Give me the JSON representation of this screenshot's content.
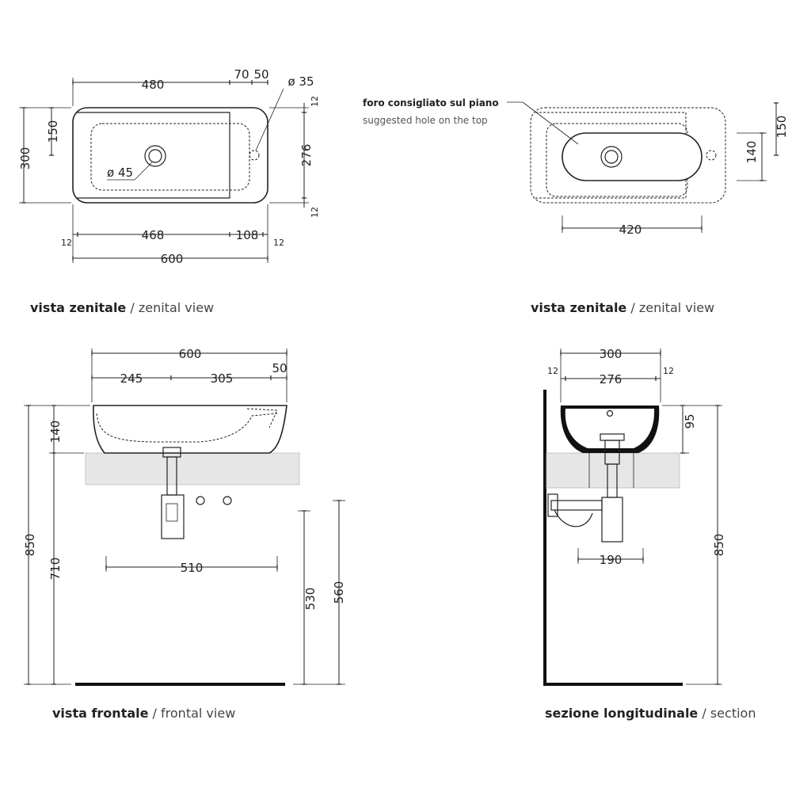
{
  "views": {
    "top_left": {
      "caption_main": "vista zenitale",
      "caption_sub": " / zenital view",
      "dims": {
        "w480": "480",
        "w70": "70",
        "w50": "50",
        "dia35": "ø 35",
        "h150": "150",
        "h300": "300",
        "h276": "276",
        "h12a": "12",
        "h12b": "12",
        "dia45": "ø 45",
        "b12l": "12",
        "b468": "468",
        "b108": "108",
        "b12r": "12",
        "b600": "600"
      }
    },
    "top_right": {
      "caption_main": "vista zenitale",
      "caption_sub": " / zenital view",
      "note_main": "foro consigliato sul piano",
      "note_sub": "suggested hole on the top",
      "dims": {
        "w420": "420",
        "h140": "140",
        "h150": "150"
      }
    },
    "bottom_left": {
      "caption_main": "vista frontale",
      "caption_sub": " / frontal view",
      "dims": {
        "w600": "600",
        "w245": "245",
        "w305": "305",
        "w50": "50",
        "h140": "140",
        "h850": "850",
        "h710": "710",
        "w510": "510",
        "h530": "530",
        "h560": "560"
      }
    },
    "bottom_right": {
      "caption_main": "sezione longitudinale",
      "caption_sub": " / section",
      "dims": {
        "w300": "300",
        "w12l": "12",
        "w276": "276",
        "w12r": "12",
        "h95": "95",
        "h850": "850",
        "w190": "190"
      }
    }
  }
}
